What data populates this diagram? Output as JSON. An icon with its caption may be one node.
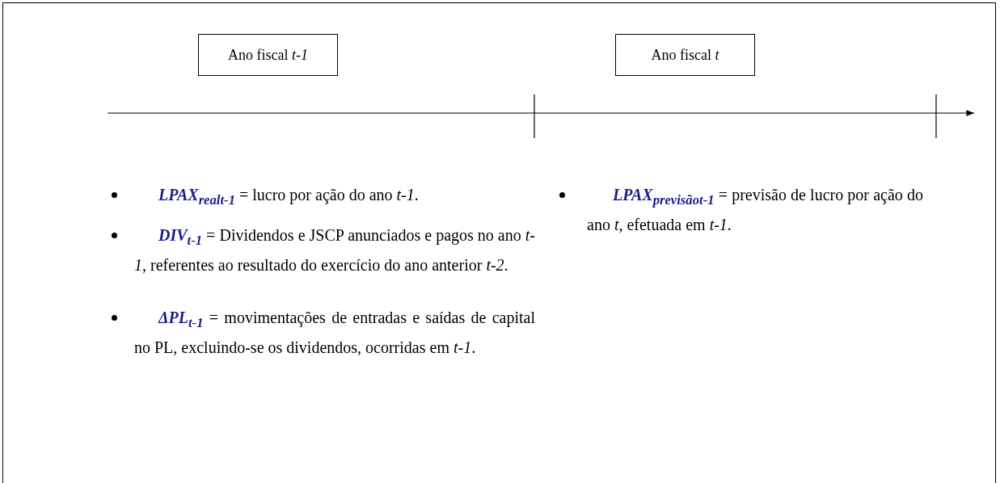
{
  "diagram": {
    "nodes": [
      {
        "text": [
          "Ano fiscal *t-1*"
        ]
      },
      {
        "text": [
          "Ano fiscal *t*"
        ]
      }
    ],
    "edges": [],
    "labels": [
      "**LPAX$_{realt-1}$** = lucro por ação do ano *t-1*.",
      "**DIV$_{t-1}$** = Dividendos e JSCP anunciados e pagos no ano *t-1*, referentes ao resultado do exercício do ano anterior *t-2*.",
      "**ΔPL$_{t-1}$** = movimentações de entradas e saídas de capital no PL, excluindo-se os dividendos, ocorridas em *t-1*.",
      "**LPAX$_{previsãot-1}$** = previsão de lucro por ação do ano *t*, efetuada em *t-1*."
    ]
  }
}
